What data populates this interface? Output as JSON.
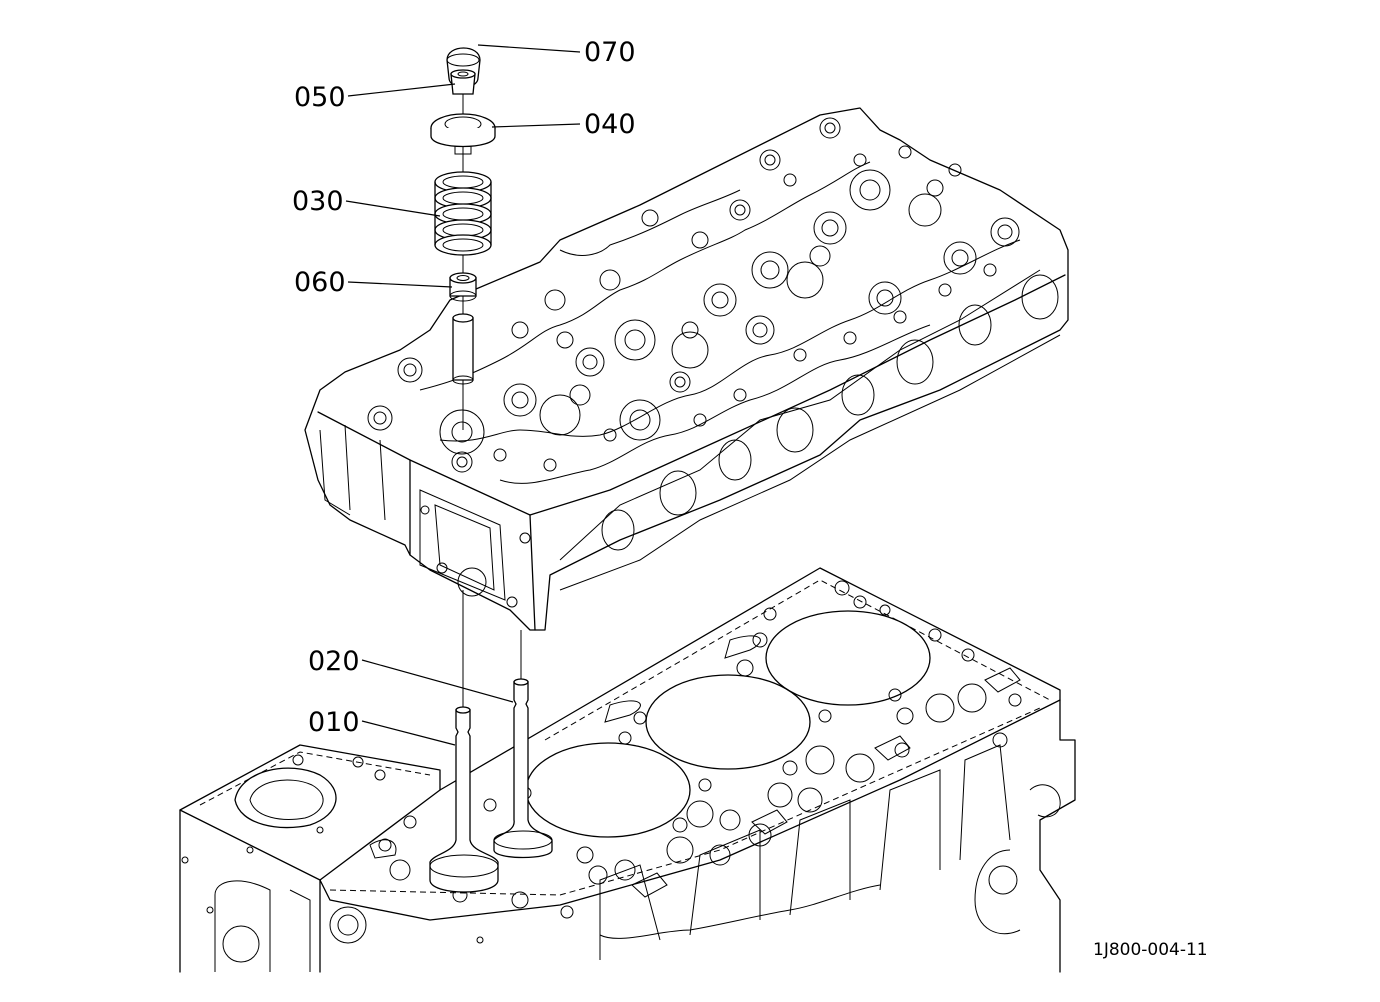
{
  "diagram": {
    "parts": [
      {
        "id": "p070",
        "label": "070"
      },
      {
        "id": "p050",
        "label": "050"
      },
      {
        "id": "p040",
        "label": "040"
      },
      {
        "id": "p030",
        "label": "030"
      },
      {
        "id": "p060",
        "label": "060"
      },
      {
        "id": "p020",
        "label": "020"
      },
      {
        "id": "p010",
        "label": "010"
      }
    ],
    "drawing_code": "1J800-004-11"
  }
}
